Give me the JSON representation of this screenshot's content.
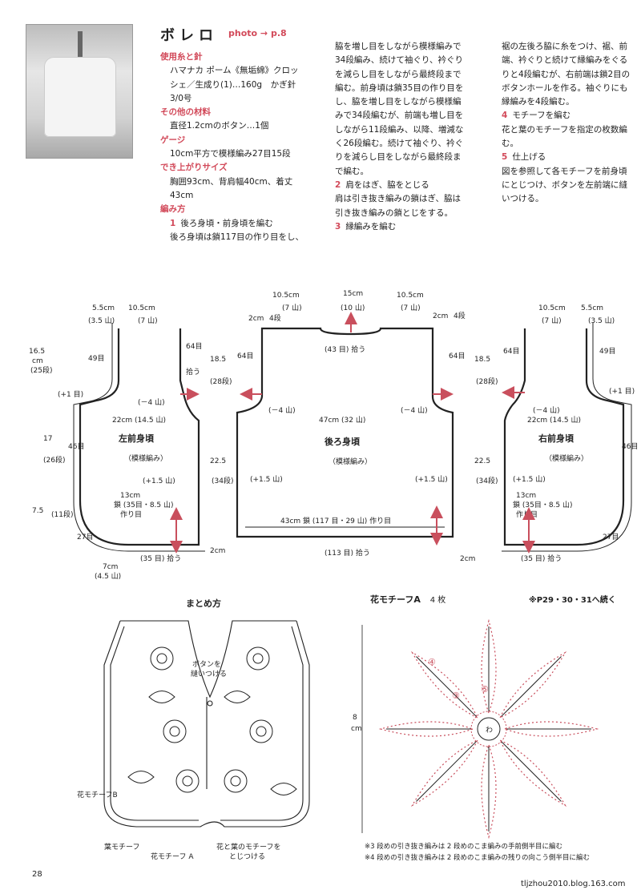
{
  "title": "ボレロ",
  "photo_ref": "photo → p.8",
  "sections": [
    {
      "head": "使用糸と針",
      "lines": [
        "ハマナカ ポーム《無垢綿》クロッ",
        "シェ／生成り(1)…160g　かぎ針",
        "3/0号"
      ]
    },
    {
      "head": "その他の材料",
      "lines": [
        "直径1.2cmのボタン…1個"
      ]
    },
    {
      "head": "ゲージ",
      "lines": [
        "10cm平方で模様編み27目15段"
      ]
    },
    {
      "head": "でき上がりサイズ",
      "lines": [
        "胸囲93cm、背肩幅40cm、着丈",
        "43cm"
      ]
    },
    {
      "head": "編み方",
      "lines": []
    }
  ],
  "step1_head": {
    "num": "1",
    "text": "後ろ身頃・前身頃を編む"
  },
  "step1_line": "後ろ身頃は鎖117目の作り目をし、",
  "col2_lines": [
    "脇を増し目をしながら模様編みで",
    "34段編み、続けて袖ぐり、衿ぐり",
    "を減らし目をしながら最終段まで",
    "編む。前身頃は鎖35目の作り目を",
    "し、脇を増し目をしながら模様編",
    "みで34段編むが、前端も増し目を",
    "しながら11段編み、以降、増減な",
    "く26段編む。続けて袖ぐり、衿ぐ",
    "りを減らし目をしながら最終段ま",
    "で編む。"
  ],
  "step2": {
    "num": "2",
    "text": "肩をはぎ、脇をとじる"
  },
  "step2_lines": [
    "肩は引き抜き編みの鎖はぎ、脇は",
    "引き抜き編みの鎖とじをする。"
  ],
  "step3": {
    "num": "3",
    "text": "縁編みを編む"
  },
  "col3_lines": [
    "裾の左後ろ脇に糸をつけ、裾、前",
    "端、衿ぐりと続けて縁編みをぐる",
    "りと4段編むが、右前端は鎖2目の",
    "ボタンホールを作る。袖ぐりにも",
    "縁編みを4段編む。"
  ],
  "step4": {
    "num": "4",
    "text": "モチーフを編む"
  },
  "step4_lines": [
    "花と葉のモチーフを指定の枚数編",
    "む。"
  ],
  "step5": {
    "num": "5",
    "text": "仕上げる"
  },
  "step5_lines": [
    "図を参照して各モチーフを前身頃",
    "にとじつけ、ボタンを左前端に縫",
    "いつける。"
  ],
  "diagram": {
    "left_front": {
      "name": "左前身頃",
      "sub": "（模様編み）"
    },
    "back": {
      "name": "後ろ身頃",
      "sub": "（模様編み）"
    },
    "right_front": {
      "name": "右前身頃",
      "sub": "（模様編み）"
    },
    "dims": {
      "top_5_5": "5.5cm",
      "top_3_5": "(3.5 山)",
      "top_10_5": "10.5cm",
      "top_7": "(7 山)",
      "b_10_5": "10.5cm",
      "b_15": "15cm",
      "b_10": "(10 山)",
      "b_43": "(43 目) 拾う",
      "b_2cm": "2cm",
      "b_4": "4段",
      "s_64": "64目",
      "s_hirou": "拾う",
      "s_49": "49目",
      "s_plus1": "(+1 目)",
      "h_16_5": "16.5",
      "h_cm": "cm",
      "h_25": "(25段)",
      "h_18_5": "18.5",
      "h_28": "(28段)",
      "m_minus4": "(－4 山)",
      "m_22": "22cm (14.5 山)",
      "m_47": "47cm (32 山)",
      "h_17": "17",
      "h_26": "(26段)",
      "s_46": "46目",
      "plus15": "(+1.5 山)",
      "h_22_5": "22.5",
      "h_34": "(34段)",
      "h_7_5": "7.5",
      "h_11": "(11段)",
      "lf_13": "13cm",
      "lf_chain": "鎖 (35目・8.5 山)",
      "lf_make": "作り目",
      "s_27": "27目",
      "s_35": "(35 目) 拾う",
      "bot_7": "7cm",
      "bot_45": "(4.5 山)",
      "b_chain": "43cm 鎖 (117 目・29 山) 作り目",
      "b_113": "(113 目) 拾う"
    }
  },
  "assembly": {
    "title": "まとめ方",
    "button_label_1": "ボタンを",
    "button_label_2": "縫いつける",
    "flower_b": "花モチーフB",
    "leaf": "葉モチーフ",
    "flower_a": "花モチーフ A",
    "attach_1": "花と葉のモチーフを",
    "attach_2": "とじつける"
  },
  "motif": {
    "title": "花モチーフA",
    "count": "4 枚",
    "cont": "※P29・30・31へ続く",
    "height": "8",
    "unit": "cm",
    "rows": [
      "④",
      "③",
      "⑤"
    ],
    "center": "わ",
    "note1": "※3 段めの引き抜き編みは 2 段めのこま編みの手前側半目に編む",
    "note2": "※4 段めの引き抜き編みは 2 段めのこま編みの残りの向こう側半目に編む"
  },
  "page_number": "28",
  "watermark": "tljzhou2010.blog.163.com",
  "colors": {
    "accent": "#d24a5a",
    "arrow": "#c94f5d",
    "line": "#222222"
  }
}
